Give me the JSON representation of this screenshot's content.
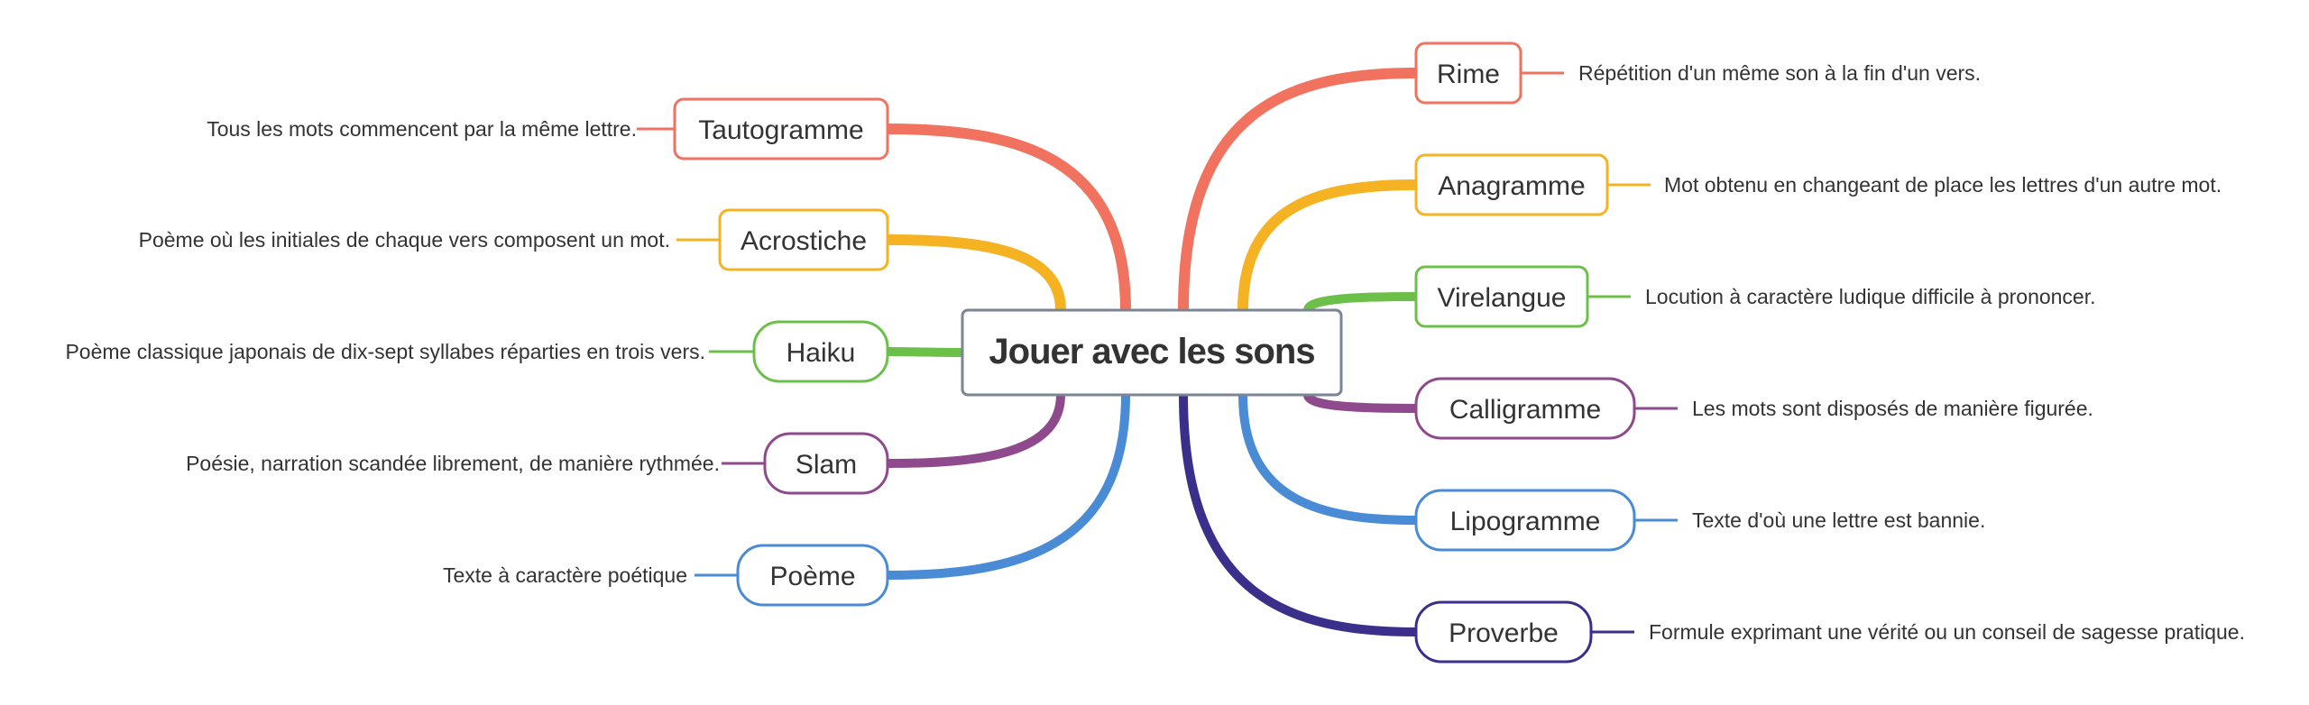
{
  "center": {
    "label": "Jouer avec les sons"
  },
  "branches_left": [
    {
      "label": "Tautogramme",
      "desc": "Tous les mots commencent par la même lettre.",
      "color": "#F0725F",
      "icon": ""
    },
    {
      "label": "Acrostiche",
      "desc": "Poème où les initiales de chaque vers composent un mot.",
      "color": "#F5B324"
    },
    {
      "label": "Haiku",
      "desc": "Poème classique japonais de dix-sept syllabes réparties en trois vers.",
      "color": "#6CC04A"
    },
    {
      "label": "Slam",
      "desc": "Poésie, narration scandée librement, de manière rythmée.",
      "color": "#8E4A8C"
    },
    {
      "label": "Poème",
      "desc": "Texte à caractère poétique",
      "color": "#4A8BD6"
    }
  ],
  "branches_right": [
    {
      "label": "Rime",
      "desc": "Répétition d'un même son à la fin d'un vers.",
      "color": "#F0725F"
    },
    {
      "label": "Anagramme",
      "desc": "Mot obtenu en changeant de place les lettres d'un autre mot.",
      "color": "#F5B324"
    },
    {
      "label": "Virelangue",
      "desc": "Locution à caractère ludique difficile à prononcer.",
      "color": "#6CC04A"
    },
    {
      "label": "Calligramme",
      "desc": "Les mots sont disposés de manière figurée.",
      "color": "#8E4A8C"
    },
    {
      "label": "Lipogramme",
      "desc": "Texte d'où une lettre est bannie.",
      "color": "#4A8BD6"
    },
    {
      "label": "Proverbe",
      "desc": "Formule exprimant une vérité ou un conseil de sagesse pratique.",
      "color": "#3B2F8C"
    }
  ]
}
